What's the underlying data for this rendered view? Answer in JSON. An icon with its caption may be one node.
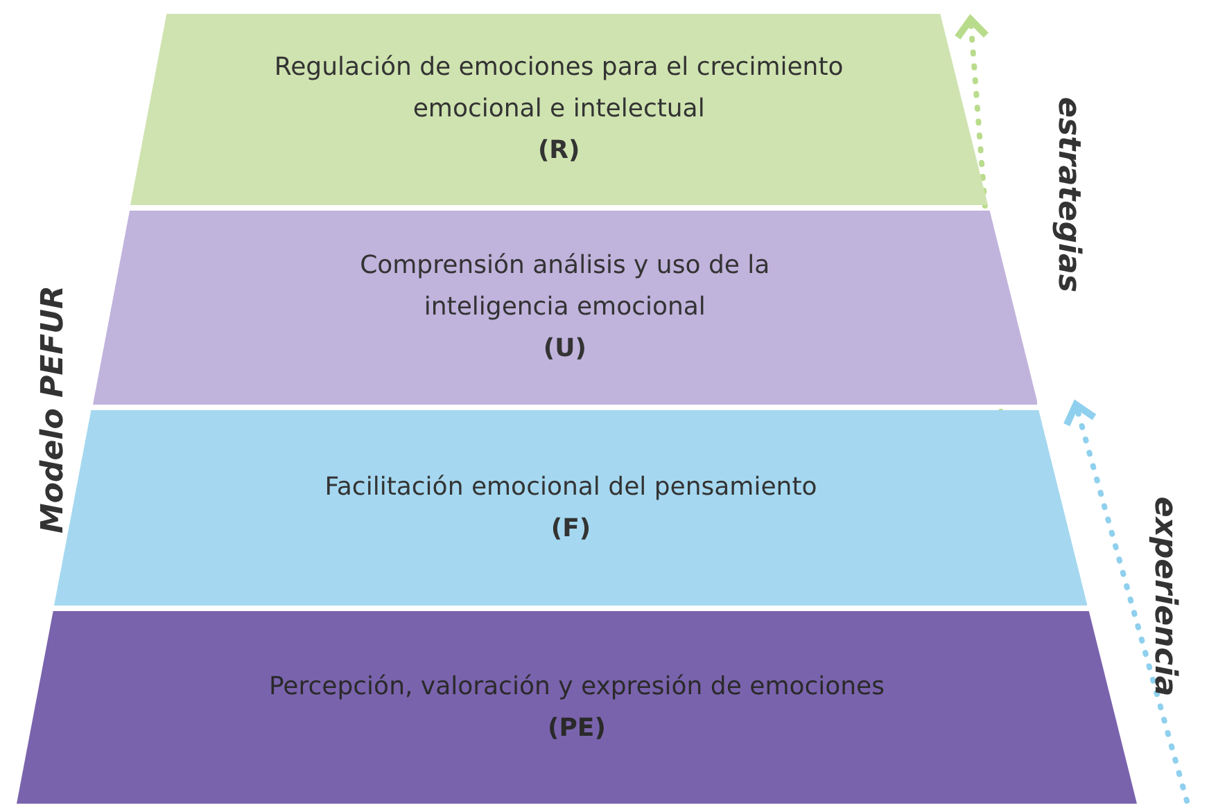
{
  "diagram": {
    "nodes": [
      {
        "text": [
          "Regulación de emociones para el crecimiento emocional e intelectual",
          "(R)"
        ]
      },
      {
        "text": [
          "Comprensión análisis y uso de la inteligencia emocional",
          "(U)"
        ]
      },
      {
        "text": [
          "Facilitación emocional del pensamiento",
          "(F)"
        ]
      },
      {
        "text": [
          "Percepción, valoración y expresión de emociones",
          "(PE)"
        ]
      }
    ],
    "labels": [
      "Modelo PEFUR",
      "estrategias",
      "experiencia"
    ]
  }
}
